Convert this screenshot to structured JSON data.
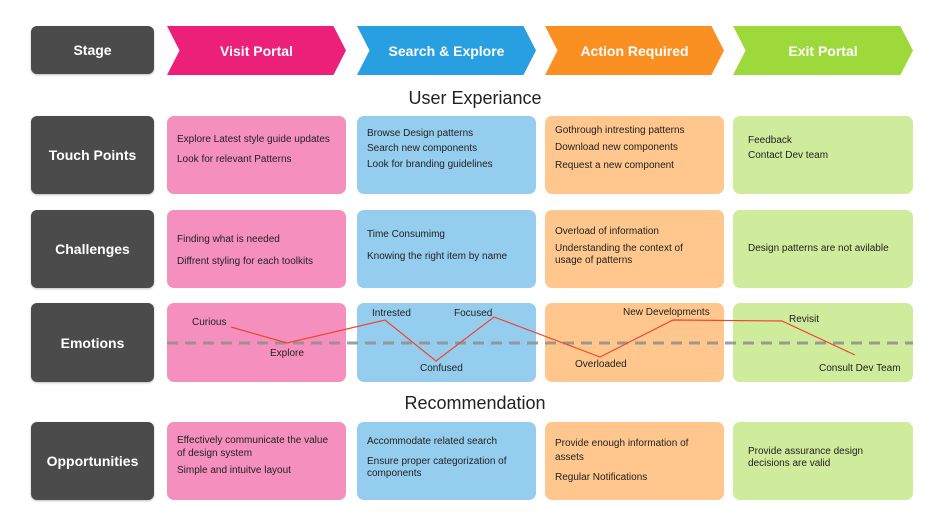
{
  "header": {
    "stage_label": "Stage",
    "stages": [
      {
        "label": "Visit Portal",
        "color": "#ec1f79"
      },
      {
        "label": "Search & Explore",
        "color": "#279fe0"
      },
      {
        "label": "Action Required",
        "color": "#fb9022"
      },
      {
        "label": "Exit Portal",
        "color": "#9dd93a"
      }
    ]
  },
  "sections": {
    "user_experience": "User Experiance",
    "recommendation": "Recommendation"
  },
  "rows": {
    "touch_points": {
      "label": "Touch Points",
      "cells": [
        [
          "Explore Latest style guide updates",
          "Look for relevant Patterns"
        ],
        [
          "Browse Design patterns",
          "Search new components",
          "Look for branding guidelines"
        ],
        [
          "Gothrough intresting patterns",
          "Download new components",
          "Request a new component"
        ],
        [
          "Feedback",
          "Contact Dev team"
        ]
      ]
    },
    "challenges": {
      "label": "Challenges",
      "cells": [
        [
          "Finding what is needed",
          "Diffrent styling for each toolkits"
        ],
        [
          "Time Consumimg",
          "Knowing the right item by name"
        ],
        [
          "Overload of information",
          "Understanding the context of usage of patterns"
        ],
        [
          "Design patterns are not avilable"
        ]
      ]
    },
    "emotions": {
      "label": "Emotions",
      "points": [
        {
          "label": "Curious",
          "level": "high"
        },
        {
          "label": "Explore",
          "level": "neutral"
        },
        {
          "label": "Intrested",
          "level": "high"
        },
        {
          "label": "Confused",
          "level": "low"
        },
        {
          "label": "Focused",
          "level": "high"
        },
        {
          "label": "Overloaded",
          "level": "low"
        },
        {
          "label": "New Developments",
          "level": "high"
        },
        {
          "label": "Revisit",
          "level": "high"
        },
        {
          "label": "Consult Dev Team",
          "level": "low"
        }
      ],
      "line_color": "#f0452a",
      "baseline_color": "#8f8f8f"
    },
    "opportunities": {
      "label": "Opportunities",
      "cells": [
        [
          "Effectively communicate the value of design system",
          "Simple and intuitve layout"
        ],
        [
          "Accommodate related search",
          "Ensure proper categorization of components"
        ],
        [
          "Provide enough information of assets",
          "Regular Notifications"
        ],
        [
          "Provide assurance design decisions are valid"
        ]
      ]
    }
  }
}
